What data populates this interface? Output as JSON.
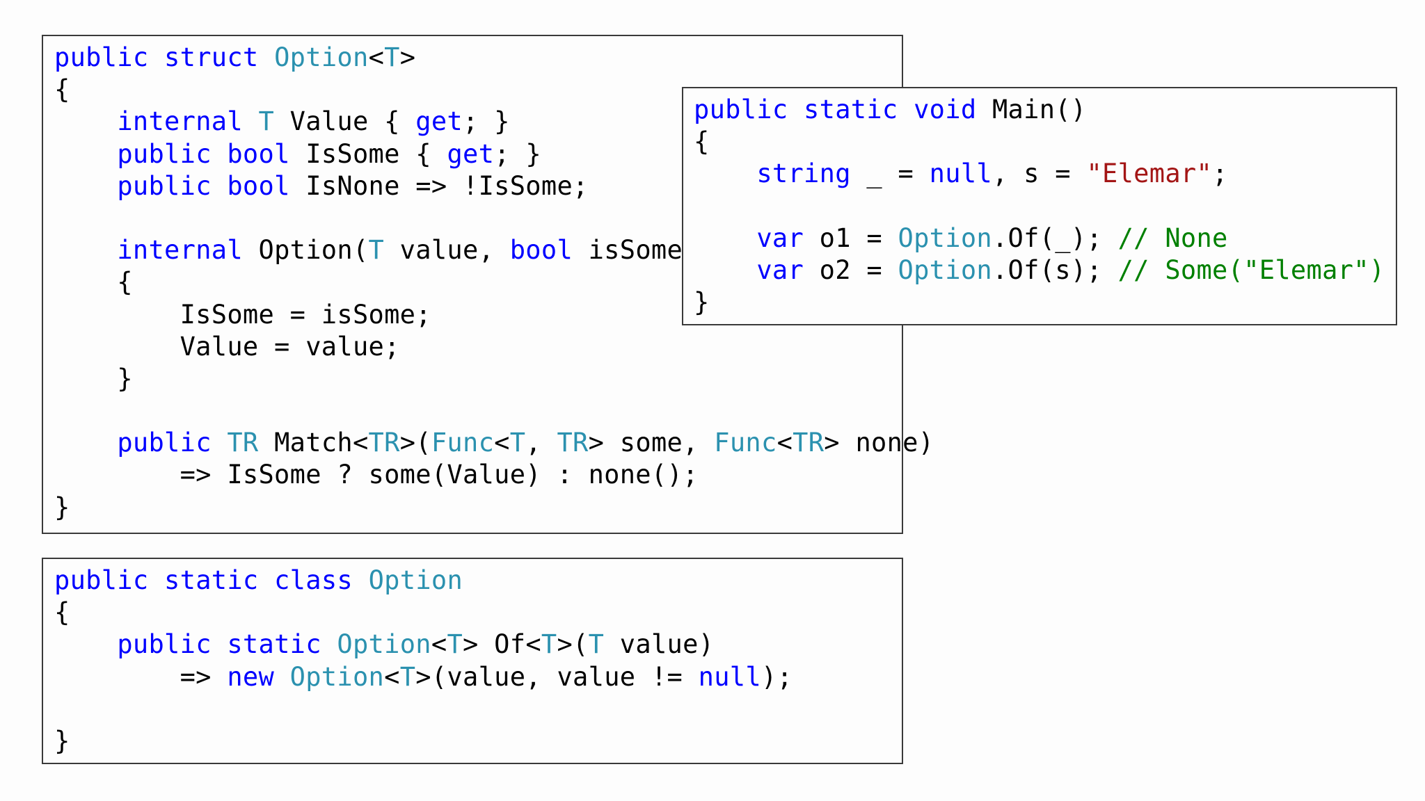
{
  "colors": {
    "keyword": "#0000ff",
    "type": "#2b91af",
    "string": "#a31515",
    "comment": "#008000",
    "text": "#000000",
    "border": "#3a3a3a",
    "background": "#fdfdfd"
  },
  "blocks": {
    "option_struct": {
      "lines": [
        [
          {
            "t": "kw",
            "v": "public"
          },
          {
            "t": "tx",
            "v": " "
          },
          {
            "t": "kw",
            "v": "struct"
          },
          {
            "t": "tx",
            "v": " "
          },
          {
            "t": "ty",
            "v": "Option"
          },
          {
            "t": "tx",
            "v": "<"
          },
          {
            "t": "ty",
            "v": "T"
          },
          {
            "t": "tx",
            "v": ">"
          }
        ],
        [
          {
            "t": "tx",
            "v": "{"
          }
        ],
        [
          {
            "t": "tx",
            "v": "    "
          },
          {
            "t": "kw",
            "v": "internal"
          },
          {
            "t": "tx",
            "v": " "
          },
          {
            "t": "ty",
            "v": "T"
          },
          {
            "t": "tx",
            "v": " Value { "
          },
          {
            "t": "kw",
            "v": "get"
          },
          {
            "t": "tx",
            "v": "; }"
          }
        ],
        [
          {
            "t": "tx",
            "v": "    "
          },
          {
            "t": "kw",
            "v": "public"
          },
          {
            "t": "tx",
            "v": " "
          },
          {
            "t": "kw",
            "v": "bool"
          },
          {
            "t": "tx",
            "v": " IsSome { "
          },
          {
            "t": "kw",
            "v": "get"
          },
          {
            "t": "tx",
            "v": "; }"
          }
        ],
        [
          {
            "t": "tx",
            "v": "    "
          },
          {
            "t": "kw",
            "v": "public"
          },
          {
            "t": "tx",
            "v": " "
          },
          {
            "t": "kw",
            "v": "bool"
          },
          {
            "t": "tx",
            "v": " IsNone => !IsSome;"
          }
        ],
        [
          {
            "t": "tx",
            "v": ""
          }
        ],
        [
          {
            "t": "tx",
            "v": "    "
          },
          {
            "t": "kw",
            "v": "internal"
          },
          {
            "t": "tx",
            "v": " Option("
          },
          {
            "t": "ty",
            "v": "T"
          },
          {
            "t": "tx",
            "v": " value, "
          },
          {
            "t": "kw",
            "v": "bool"
          },
          {
            "t": "tx",
            "v": " isSome)"
          }
        ],
        [
          {
            "t": "tx",
            "v": "    {"
          }
        ],
        [
          {
            "t": "tx",
            "v": "        IsSome = isSome;"
          }
        ],
        [
          {
            "t": "tx",
            "v": "        Value = value;"
          }
        ],
        [
          {
            "t": "tx",
            "v": "    }"
          }
        ],
        [
          {
            "t": "tx",
            "v": ""
          }
        ],
        [
          {
            "t": "tx",
            "v": "    "
          },
          {
            "t": "kw",
            "v": "public"
          },
          {
            "t": "tx",
            "v": " "
          },
          {
            "t": "ty",
            "v": "TR"
          },
          {
            "t": "tx",
            "v": " Match<"
          },
          {
            "t": "ty",
            "v": "TR"
          },
          {
            "t": "tx",
            "v": ">("
          },
          {
            "t": "ty",
            "v": "Func"
          },
          {
            "t": "tx",
            "v": "<"
          },
          {
            "t": "ty",
            "v": "T"
          },
          {
            "t": "tx",
            "v": ", "
          },
          {
            "t": "ty",
            "v": "TR"
          },
          {
            "t": "tx",
            "v": "> some, "
          },
          {
            "t": "ty",
            "v": "Func"
          },
          {
            "t": "tx",
            "v": "<"
          },
          {
            "t": "ty",
            "v": "TR"
          },
          {
            "t": "tx",
            "v": "> none)"
          }
        ],
        [
          {
            "t": "tx",
            "v": "        => IsSome ? some(Value) : none();"
          }
        ],
        [
          {
            "t": "tx",
            "v": "}"
          }
        ]
      ]
    },
    "main_method": {
      "lines": [
        [
          {
            "t": "kw",
            "v": "public"
          },
          {
            "t": "tx",
            "v": " "
          },
          {
            "t": "kw",
            "v": "static"
          },
          {
            "t": "tx",
            "v": " "
          },
          {
            "t": "kw",
            "v": "void"
          },
          {
            "t": "tx",
            "v": " Main()"
          }
        ],
        [
          {
            "t": "tx",
            "v": "{"
          }
        ],
        [
          {
            "t": "tx",
            "v": "    "
          },
          {
            "t": "kw",
            "v": "string"
          },
          {
            "t": "tx",
            "v": " _ = "
          },
          {
            "t": "kw",
            "v": "null"
          },
          {
            "t": "tx",
            "v": ", s = "
          },
          {
            "t": "str",
            "v": "\"Elemar\""
          },
          {
            "t": "tx",
            "v": ";"
          }
        ],
        [
          {
            "t": "tx",
            "v": ""
          }
        ],
        [
          {
            "t": "tx",
            "v": "    "
          },
          {
            "t": "kw",
            "v": "var"
          },
          {
            "t": "tx",
            "v": " o1 = "
          },
          {
            "t": "ty",
            "v": "Option"
          },
          {
            "t": "tx",
            "v": ".Of(_); "
          },
          {
            "t": "cm",
            "v": "// None"
          }
        ],
        [
          {
            "t": "tx",
            "v": "    "
          },
          {
            "t": "kw",
            "v": "var"
          },
          {
            "t": "tx",
            "v": " o2 = "
          },
          {
            "t": "ty",
            "v": "Option"
          },
          {
            "t": "tx",
            "v": ".Of(s); "
          },
          {
            "t": "cm",
            "v": "// Some(\"Elemar\")"
          }
        ],
        [
          {
            "t": "tx",
            "v": "}"
          }
        ]
      ]
    },
    "option_static_class": {
      "lines": [
        [
          {
            "t": "kw",
            "v": "public"
          },
          {
            "t": "tx",
            "v": " "
          },
          {
            "t": "kw",
            "v": "static"
          },
          {
            "t": "tx",
            "v": " "
          },
          {
            "t": "kw",
            "v": "class"
          },
          {
            "t": "tx",
            "v": " "
          },
          {
            "t": "ty",
            "v": "Option"
          }
        ],
        [
          {
            "t": "tx",
            "v": "{"
          }
        ],
        [
          {
            "t": "tx",
            "v": "    "
          },
          {
            "t": "kw",
            "v": "public"
          },
          {
            "t": "tx",
            "v": " "
          },
          {
            "t": "kw",
            "v": "static"
          },
          {
            "t": "tx",
            "v": " "
          },
          {
            "t": "ty",
            "v": "Option"
          },
          {
            "t": "tx",
            "v": "<"
          },
          {
            "t": "ty",
            "v": "T"
          },
          {
            "t": "tx",
            "v": "> Of<"
          },
          {
            "t": "ty",
            "v": "T"
          },
          {
            "t": "tx",
            "v": ">("
          },
          {
            "t": "ty",
            "v": "T"
          },
          {
            "t": "tx",
            "v": " value)"
          }
        ],
        [
          {
            "t": "tx",
            "v": "        => "
          },
          {
            "t": "kw",
            "v": "new"
          },
          {
            "t": "tx",
            "v": " "
          },
          {
            "t": "ty",
            "v": "Option"
          },
          {
            "t": "tx",
            "v": "<"
          },
          {
            "t": "ty",
            "v": "T"
          },
          {
            "t": "tx",
            "v": ">(value, value != "
          },
          {
            "t": "kw",
            "v": "null"
          },
          {
            "t": "tx",
            "v": ");"
          }
        ],
        [
          {
            "t": "tx",
            "v": ""
          }
        ],
        [
          {
            "t": "tx",
            "v": "}"
          }
        ]
      ]
    }
  }
}
